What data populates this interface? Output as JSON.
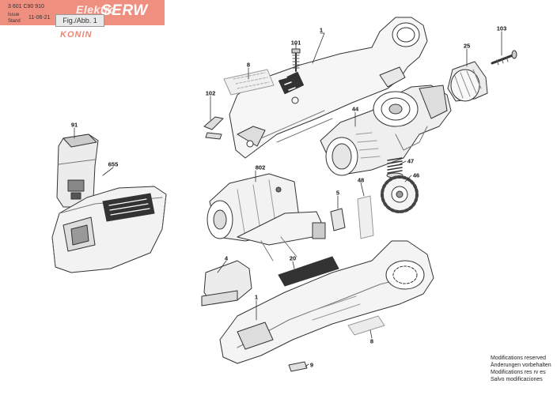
{
  "header": {
    "doc_number": "3 601 C90 910",
    "issue_label": "Issue",
    "stand_label": "Stand",
    "date": "11-06-21",
    "fig_label": "Fig./Abb. 1"
  },
  "watermark": {
    "brand_left": "Elektro",
    "brand_right": "SERW",
    "city": "KONIN"
  },
  "parts": [
    {
      "id": "p1a",
      "label": "1"
    },
    {
      "id": "p101",
      "label": "101"
    },
    {
      "id": "p8a",
      "label": "8"
    },
    {
      "id": "p102",
      "label": "102"
    },
    {
      "id": "p25",
      "label": "25"
    },
    {
      "id": "p103",
      "label": "103"
    },
    {
      "id": "p44",
      "label": "44"
    },
    {
      "id": "p47",
      "label": "47"
    },
    {
      "id": "p46",
      "label": "46"
    },
    {
      "id": "p91",
      "label": "91"
    },
    {
      "id": "p655",
      "label": "655"
    },
    {
      "id": "p802",
      "label": "802"
    },
    {
      "id": "p5",
      "label": "5"
    },
    {
      "id": "p48",
      "label": "48"
    },
    {
      "id": "p4",
      "label": "4"
    },
    {
      "id": "p20",
      "label": "20"
    },
    {
      "id": "p1b",
      "label": "1"
    },
    {
      "id": "p8b",
      "label": "8"
    },
    {
      "id": "p9",
      "label": "9"
    }
  ],
  "footer_notes": [
    "Modifications reserved",
    "Änderungen vorbehalten",
    "Modifications res rv es",
    "Salvo modificaciones"
  ]
}
